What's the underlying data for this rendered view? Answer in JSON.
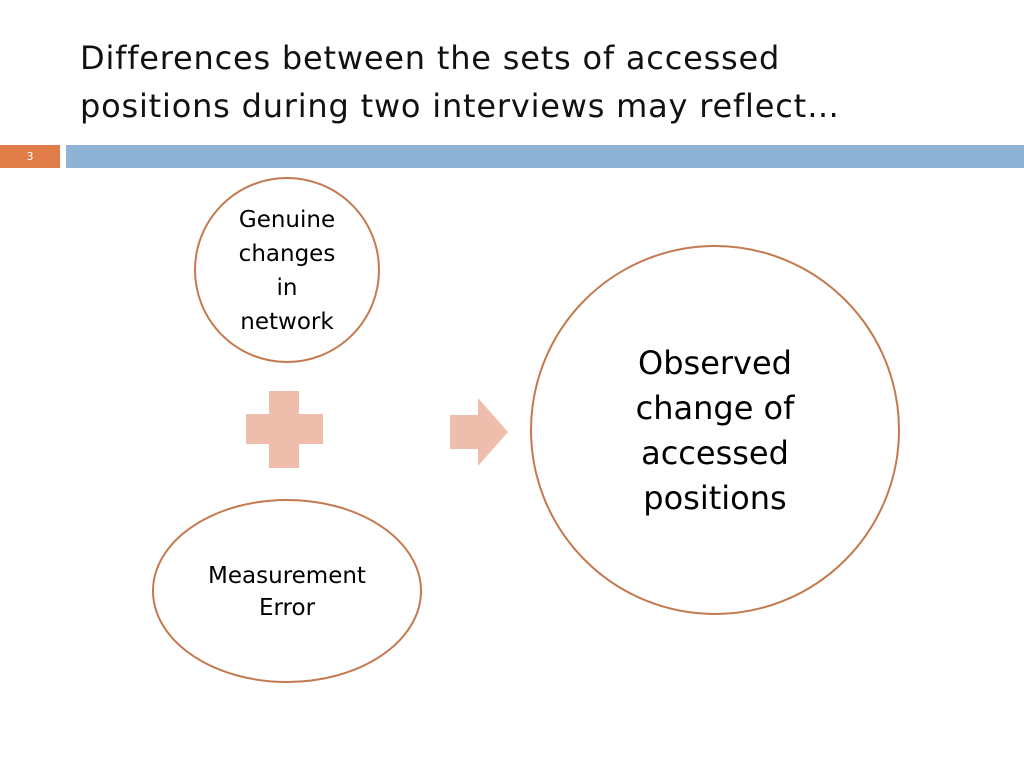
{
  "slide": {
    "title_lines": [
      "Differences between the sets of accessed",
      "positions during two interviews may reflect…"
    ],
    "number": "3"
  },
  "diagram": {
    "genuine_lines": [
      "Genuine",
      "changes",
      "in",
      "network"
    ],
    "measurement_lines": [
      "Measurement",
      "Error"
    ],
    "observed_lines": [
      "Observed",
      "change of",
      "accessed",
      "positions"
    ],
    "symbols": {
      "plus": "plus-icon",
      "arrow": "right-arrow-icon"
    }
  },
  "colors": {
    "accent": "#e07d49",
    "band": "#8fb3d4",
    "circle_stroke": "#c47a4f",
    "shape_fill": "#efbdac"
  }
}
